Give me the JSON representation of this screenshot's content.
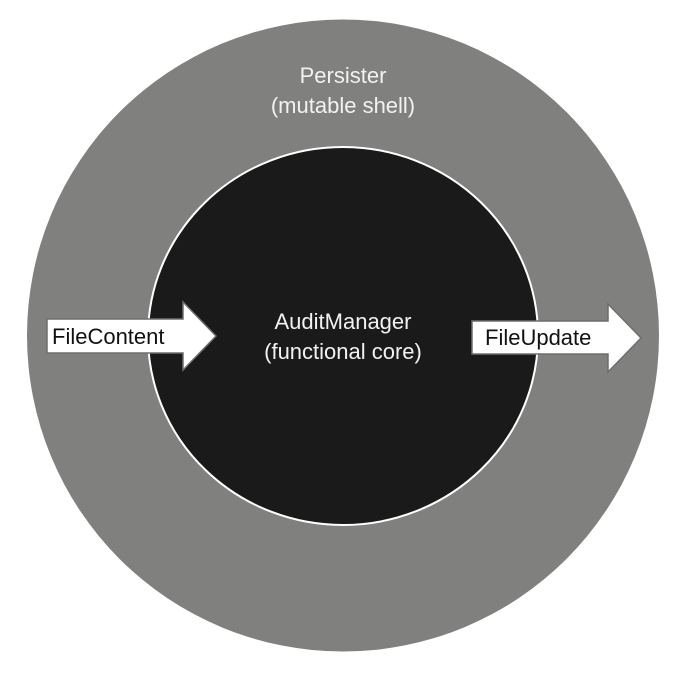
{
  "colors": {
    "background": "#ffffff",
    "outer_ring": "#80817f",
    "inner_core": "#191a19",
    "core_border": "#ffffff",
    "light_text": "#f2f2f2",
    "arrow_fill": "#ffffff",
    "arrow_stroke": "#6e6e6e",
    "arrow_text": "#111111"
  },
  "outer": {
    "title": "Persister",
    "subtitle": "(mutable shell)"
  },
  "inner": {
    "title": "AuditManager",
    "subtitle": "(functional core)"
  },
  "arrows": {
    "input": {
      "label": "FileContent",
      "direction": "right"
    },
    "output": {
      "label": "FileUpdate",
      "direction": "right"
    }
  }
}
